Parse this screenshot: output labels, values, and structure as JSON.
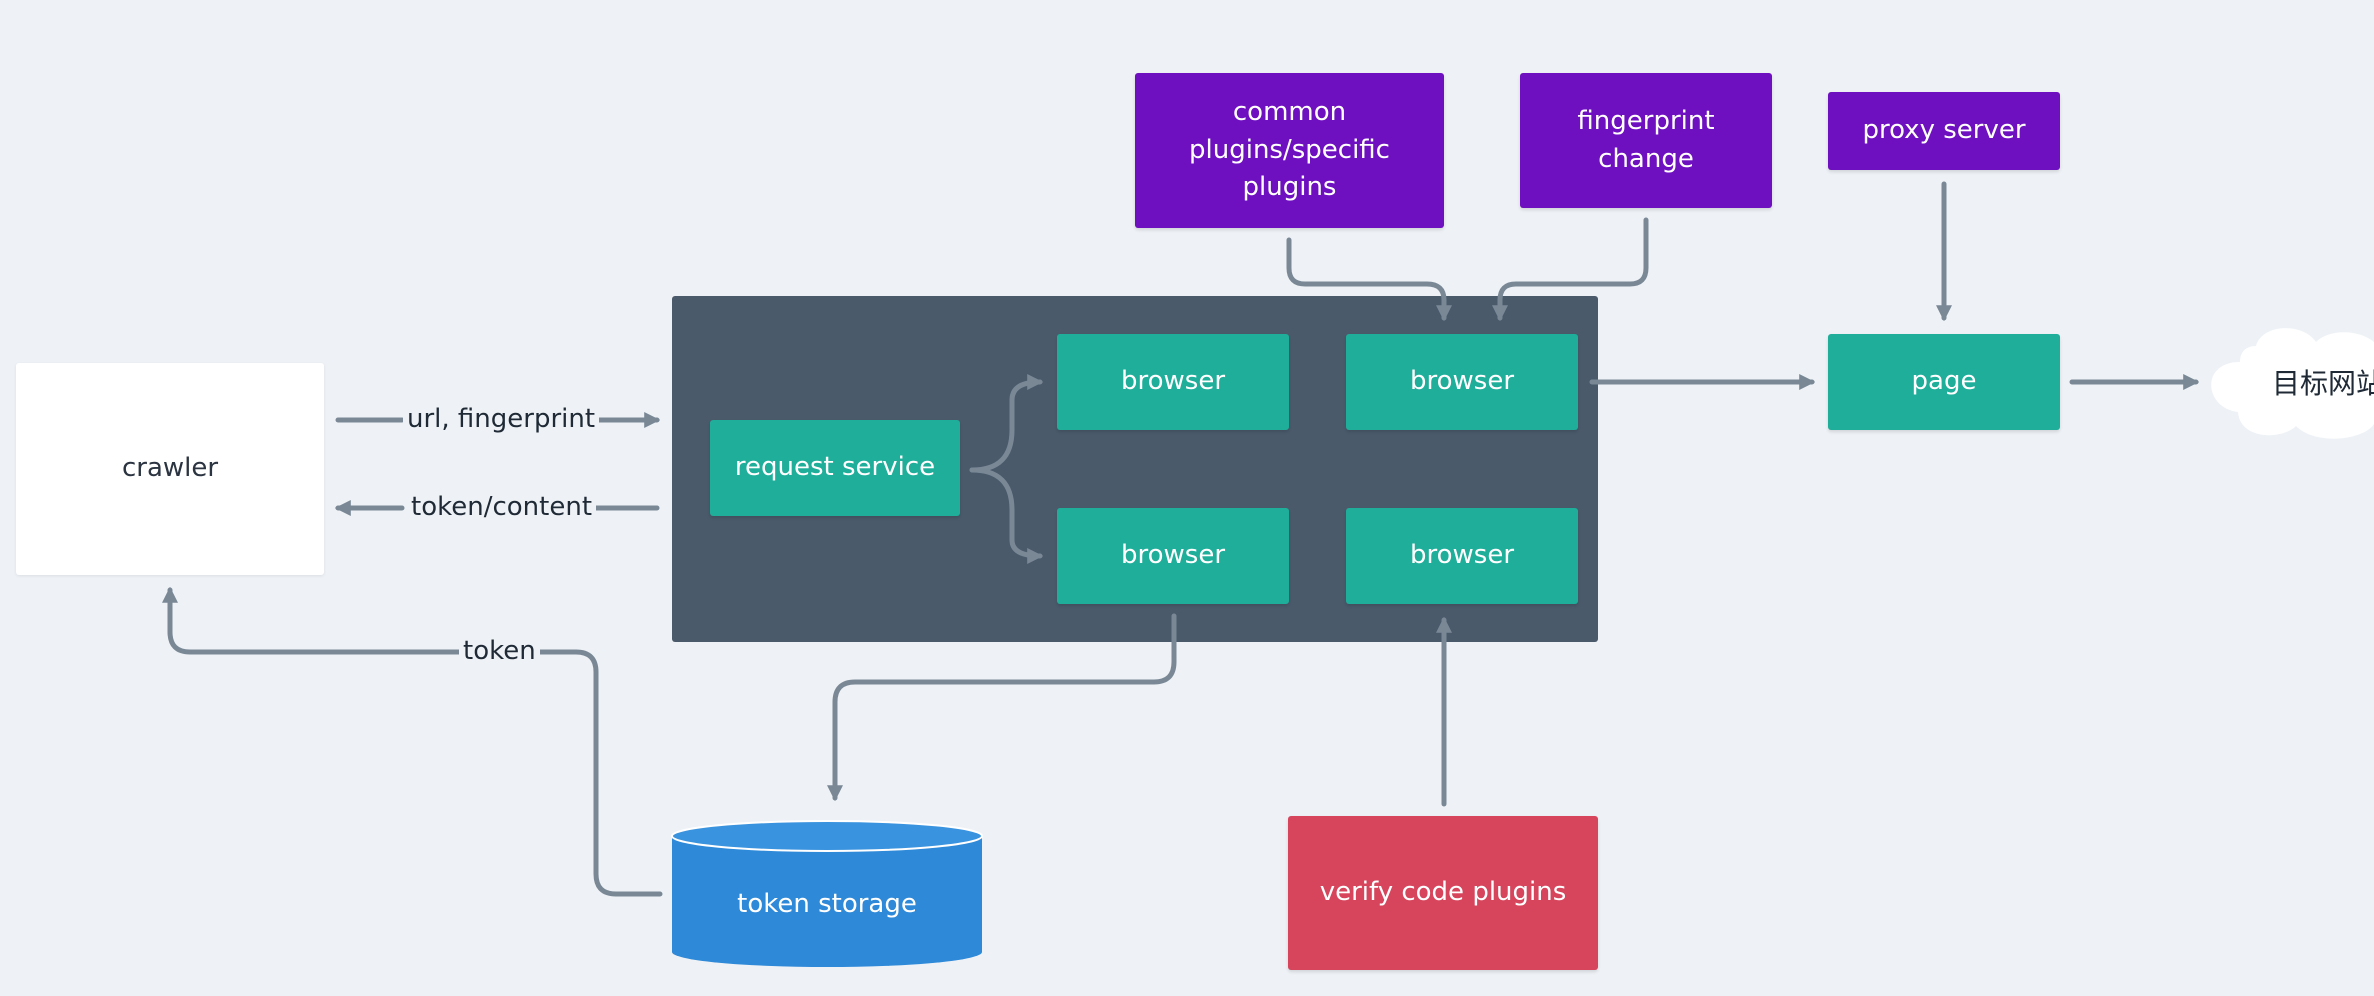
{
  "nodes": {
    "crawler": "crawler",
    "request_service": "request service",
    "browser_label": "browser",
    "page": "page",
    "common_plugins": "common plugins/specific plugins",
    "fingerprint_change": "fingerprint change",
    "proxy_server": "proxy server",
    "token_storage": "token storage",
    "verify_code_plugins": "verify code plugins",
    "target_site": "目标网站"
  },
  "edges": {
    "url_fingerprint": "url, fingerprint",
    "token_content": "token/content",
    "token": "token"
  },
  "colors": {
    "background": "#eef2f6",
    "container": "#4a5a6b",
    "teal": "#1eae9a",
    "purple": "#6f10c0",
    "red": "#d6455c",
    "blue": "#2e89d8",
    "arrow": "#7a8896"
  }
}
